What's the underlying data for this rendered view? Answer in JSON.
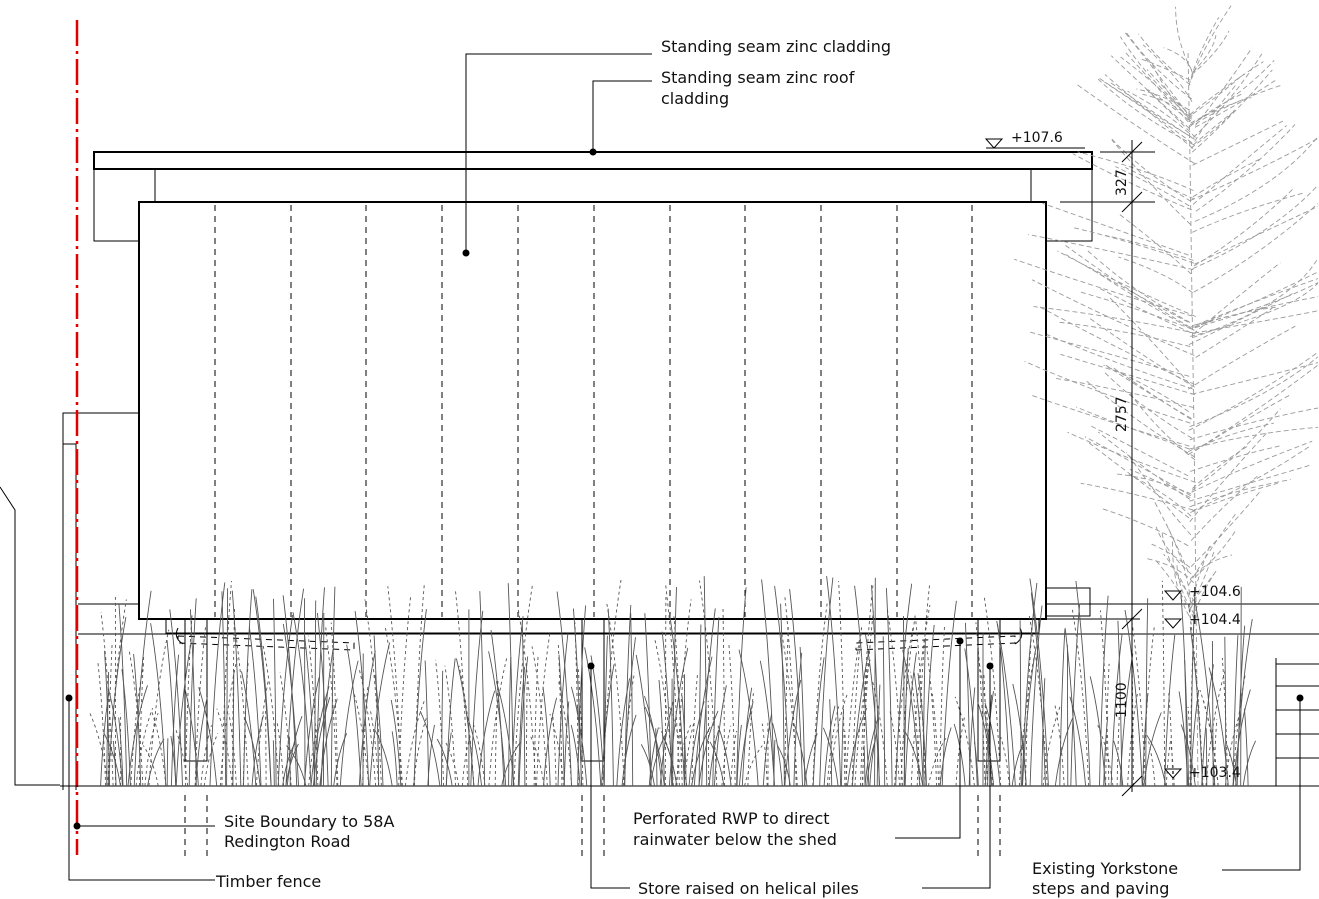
{
  "annotations": {
    "wall_cladding": "Standing seam zinc cladding",
    "roof_cladding_1": "Standing seam zinc roof",
    "roof_cladding_2": "cladding",
    "site_boundary_1": "Site Boundary to 58A",
    "site_boundary_2": "Redington Road",
    "timber_fence": "Timber fence",
    "rwp_1": "Perforated RWP to direct",
    "rwp_2": "rainwater below the shed",
    "piles": "Store raised on helical piles",
    "yorkstone_1": "Existing Yorkstone",
    "yorkstone_2": "steps and paving"
  },
  "levels": {
    "roof": "+107.6",
    "floor": "+104.6",
    "deck": "+104.4",
    "ground": "+103.4"
  },
  "dimensions": {
    "roof_depth": "327",
    "wall_height": "2757",
    "plinth_height": "1100"
  },
  "colors": {
    "line": "#000000",
    "boundary": "#e00000",
    "tree": "#9a9a9a",
    "grass": "#555555"
  }
}
